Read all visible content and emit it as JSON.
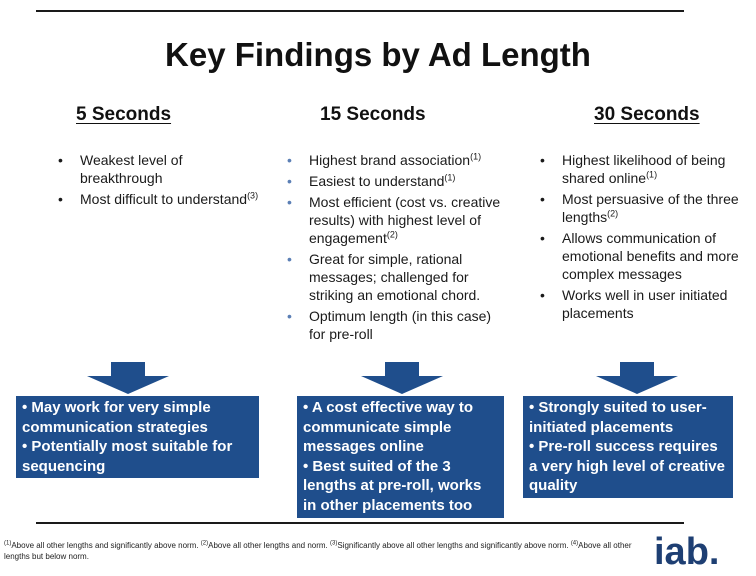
{
  "title": "Key Findings by Ad Length",
  "columns": [
    {
      "heading": "5 Seconds",
      "bullets": [
        {
          "text": "Weakest level of breakthrough",
          "sup": ""
        },
        {
          "text": "Most difficult to understand",
          "sup": "(3)"
        }
      ],
      "box_lines": [
        "• May work for very simple communication strategies",
        "• Potentially most suitable for sequencing"
      ]
    },
    {
      "heading": "15 Seconds",
      "bullets": [
        {
          "text": "Highest brand association",
          "sup": "(1)"
        },
        {
          "text": "Easiest to understand",
          "sup": "(1)"
        },
        {
          "text": "Most efficient (cost vs. creative results) with highest level of engagement",
          "sup": "(2)"
        },
        {
          "text": "Great for simple, rational messages; challenged for striking an emotional chord.",
          "sup": ""
        },
        {
          "text": "Optimum length (in this case) for pre-roll",
          "sup": ""
        }
      ],
      "box_lines": [
        "• A cost effective way to communicate simple messages online",
        "• Best suited of the 3 lengths at pre-roll, works in other placements too"
      ]
    },
    {
      "heading": "30 Seconds",
      "bullets": [
        {
          "text": "Highest likelihood of being shared online",
          "sup": "(1)"
        },
        {
          "text": "Most persuasive of the three lengths",
          "sup": "(2)"
        },
        {
          "text": "Allows communication of emotional benefits and more complex messages",
          "sup": ""
        },
        {
          "text": "Works well in user initiated placements",
          "sup": ""
        }
      ],
      "box_lines": [
        "• Strongly suited to user-initiated placements",
        "• Pre-roll success requires a very high level of creative quality"
      ]
    }
  ],
  "footnotes": [
    {
      "mark": "(1)",
      "text": "Above all other lengths and significantly above norm. "
    },
    {
      "mark": "(2)",
      "text": "Above all other lengths and norm. "
    },
    {
      "mark": "(3)",
      "text": "Significantly above all other lengths and significantly above norm. "
    },
    {
      "mark": "(4)",
      "text": "Above all other lengths but below norm."
    }
  ],
  "logo_text": "iab.",
  "colors": {
    "accent": "#1f4e8c",
    "text": "#1a1a1a",
    "logo": "#1e3f73"
  }
}
